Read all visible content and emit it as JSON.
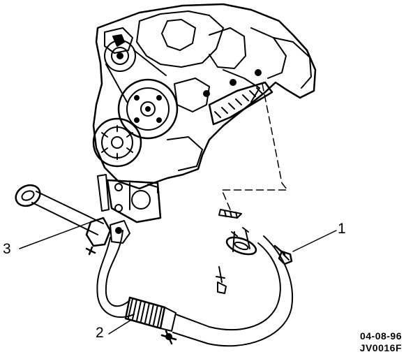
{
  "figure": {
    "callouts": [
      {
        "number": "1"
      },
      {
        "number": "2"
      },
      {
        "number": "3"
      }
    ],
    "date_code": "04-08-96",
    "figure_code": "JV0016F"
  },
  "colors": {
    "line": "#000000",
    "background": "#ffffff"
  }
}
